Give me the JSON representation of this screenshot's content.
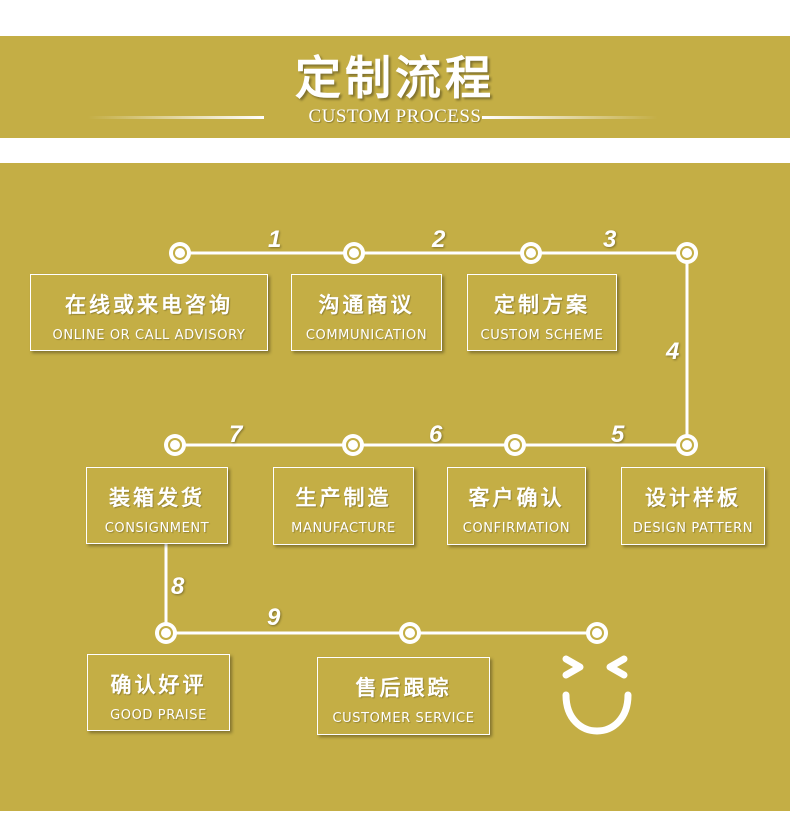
{
  "header": {
    "title": "定制流程",
    "subtitle": "CUSTOM PROCESS"
  },
  "steps": [
    {
      "zh": "在线或来电咨询",
      "en": "ONLINE OR CALL ADVISORY"
    },
    {
      "zh": "沟通商议",
      "en": "COMMUNICATION"
    },
    {
      "zh": "定制方案",
      "en": "CUSTOM SCHEME"
    },
    {
      "zh": "设计样板",
      "en": "DESIGN PATTERN"
    },
    {
      "zh": "客户确认",
      "en": "CONFIRMATION"
    },
    {
      "zh": "生产制造",
      "en": "MANUFACTURE"
    },
    {
      "zh": "装箱发货",
      "en": "CONSIGNMENT"
    },
    {
      "zh": "确认好评",
      "en": "GOOD PRAISE"
    },
    {
      "zh": "售后跟踪",
      "en": "CUSTOMER SERVICE"
    }
  ],
  "step_numbers": [
    "1",
    "2",
    "3",
    "4",
    "5",
    "6",
    "7",
    "8",
    "9"
  ],
  "colors": {
    "accent": "#c4ae45",
    "line": "#ffffff"
  },
  "icons": {
    "end": "smiley-icon"
  }
}
